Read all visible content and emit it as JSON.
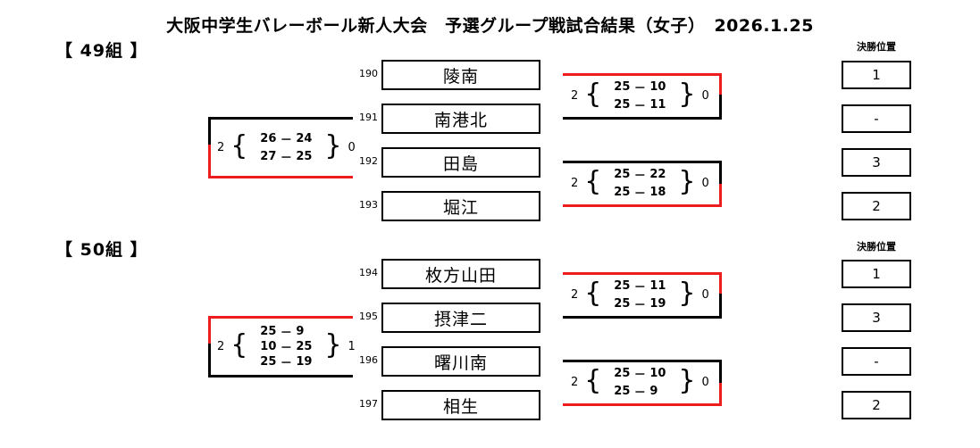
{
  "header": {
    "title": "大阪中学生バレーボール新人大会　予選グループ戦試合結果（女子）　2026.1.25"
  },
  "rank_column_header": "決勝位置",
  "groups": [
    {
      "label": "【 49組 】",
      "teams": [
        {
          "number": "190",
          "name": "陵南",
          "rank": "1"
        },
        {
          "number": "191",
          "name": "南港北",
          "rank": "-"
        },
        {
          "number": "192",
          "name": "田島",
          "rank": "3"
        },
        {
          "number": "193",
          "name": "堀江",
          "rank": "2"
        }
      ],
      "matches": [
        {
          "id": "g49-right-top",
          "side": "right",
          "top_score": "2",
          "bottom_score": "0",
          "winner": "top",
          "sets": [
            {
              "a": "25",
              "dash": "－",
              "b": "10"
            },
            {
              "a": "25",
              "dash": "－",
              "b": "11"
            }
          ]
        },
        {
          "id": "g49-right-bottom",
          "side": "right",
          "top_score": "2",
          "bottom_score": "0",
          "winner": "bottom",
          "sets": [
            {
              "a": "25",
              "dash": "－",
              "b": "22"
            },
            {
              "a": "25",
              "dash": "－",
              "b": "18"
            }
          ]
        },
        {
          "id": "g49-left",
          "side": "left",
          "top_score": "2",
          "bottom_score": "0",
          "winner": "bottom",
          "sets": [
            {
              "a": "26",
              "dash": "－",
              "b": "24"
            },
            {
              "a": "27",
              "dash": "－",
              "b": "25"
            }
          ]
        }
      ]
    },
    {
      "label": "【 50組 】",
      "teams": [
        {
          "number": "194",
          "name": "枚方山田",
          "rank": "1"
        },
        {
          "number": "195",
          "name": "摂津二",
          "rank": "3"
        },
        {
          "number": "196",
          "name": "曙川南",
          "rank": "-"
        },
        {
          "number": "197",
          "name": "相生",
          "rank": "2"
        }
      ],
      "matches": [
        {
          "id": "g50-right-top",
          "side": "right",
          "top_score": "2",
          "bottom_score": "0",
          "winner": "top",
          "sets": [
            {
              "a": "25",
              "dash": "－",
              "b": "11"
            },
            {
              "a": "25",
              "dash": "－",
              "b": "19"
            }
          ]
        },
        {
          "id": "g50-right-bottom",
          "side": "right",
          "top_score": "2",
          "bottom_score": "0",
          "winner": "bottom",
          "sets": [
            {
              "a": "25",
              "dash": "－",
              "b": "10"
            },
            {
              "a": "25",
              "dash": "－",
              "b": "9"
            }
          ]
        },
        {
          "id": "g50-left",
          "side": "left",
          "top_score": "2",
          "bottom_score": "1",
          "winner": "top",
          "sets": [
            {
              "a": "25",
              "dash": "－",
              "b": "9"
            },
            {
              "a": "10",
              "dash": "－",
              "b": "25"
            },
            {
              "a": "25",
              "dash": "－",
              "b": "19"
            }
          ]
        }
      ]
    }
  ],
  "colors": {
    "winner_line": "#ee1c1c",
    "line": "#000000",
    "background": "#ffffff"
  }
}
